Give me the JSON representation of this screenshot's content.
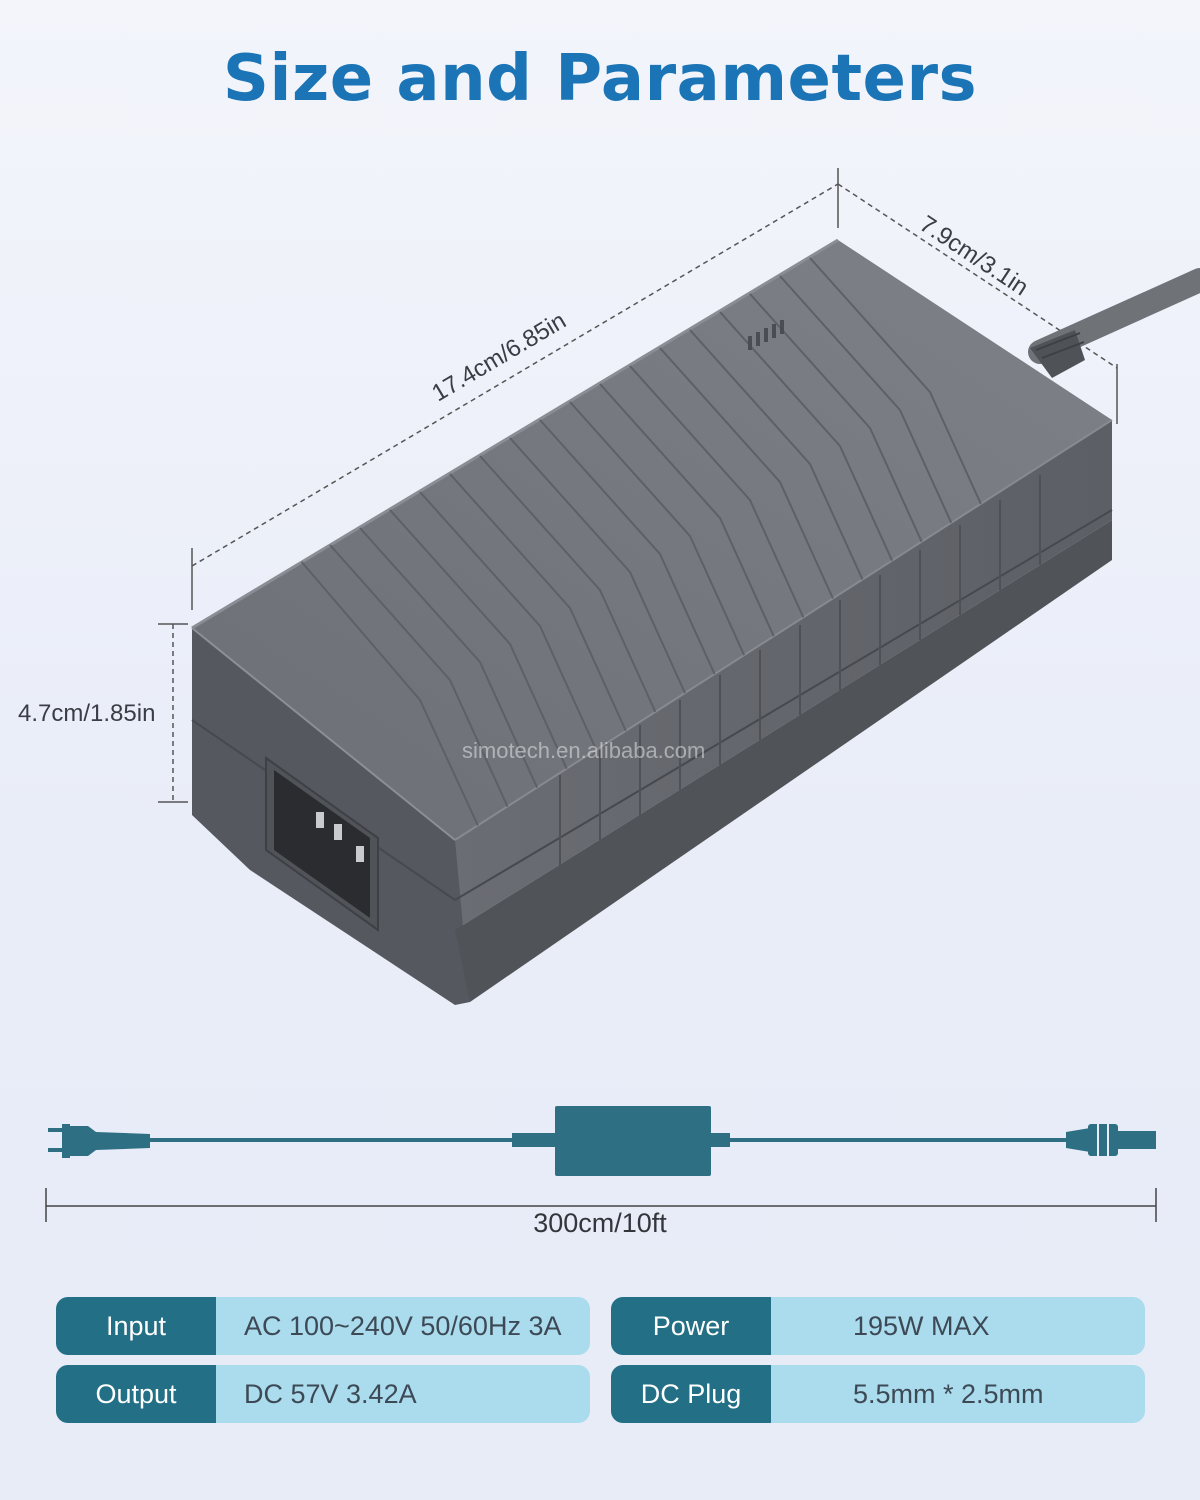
{
  "title": "Size and Parameters",
  "dimensions": {
    "length": "17.4cm/6.85in",
    "width": "7.9cm/3.1in",
    "height": "4.7cm/1.85in",
    "cable": "300cm/10ft"
  },
  "watermark": "simotech.en.alibaba.com",
  "colors": {
    "title": "#1a74b5",
    "key_bg": "#236f86",
    "value_bg": "#aadcee",
    "product_gray": "#72757c",
    "cable_teal": "#2f6f84"
  },
  "icons": [
    "power-adapter-icon",
    "ac-plug-icon",
    "dc-plug-icon",
    "c14-inlet-icon"
  ],
  "specs": [
    {
      "label": "Input",
      "value": "AC 100~240V 50/60Hz 3A"
    },
    {
      "label": "Power",
      "value": "195W MAX"
    },
    {
      "label": "Output",
      "value": "DC 57V 3.42A"
    },
    {
      "label": "DC Plug",
      "value": "5.5mm * 2.5mm"
    }
  ]
}
